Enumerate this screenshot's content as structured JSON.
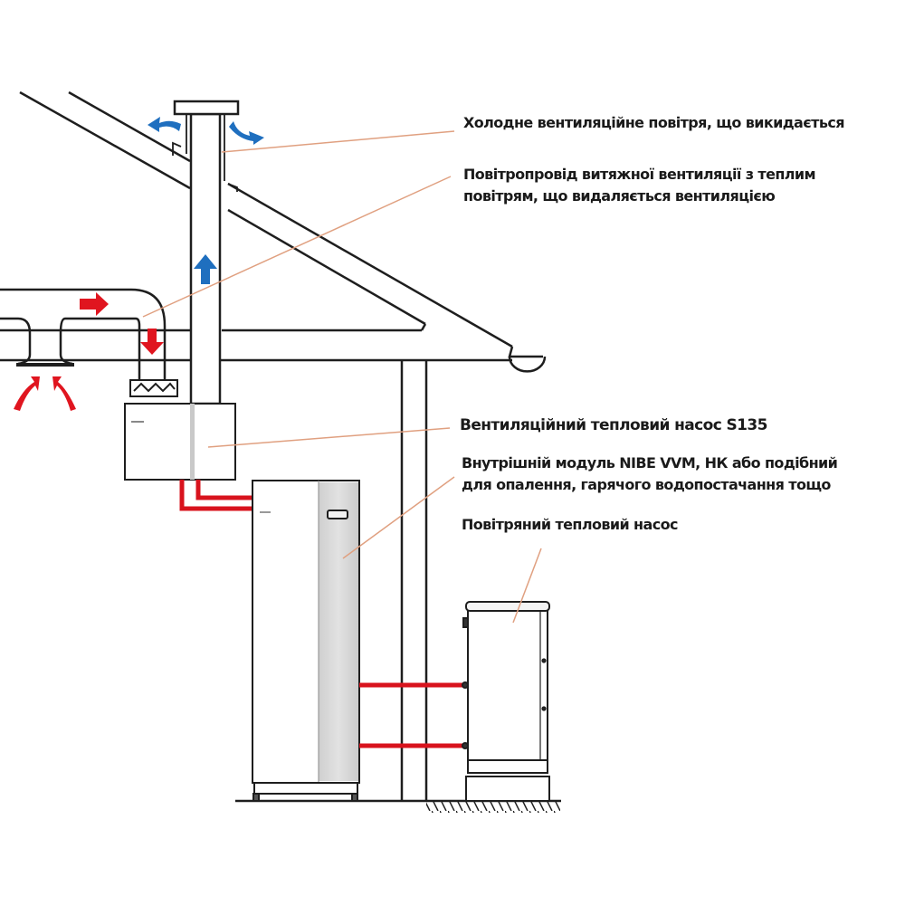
{
  "diagram": {
    "labels": {
      "exhaust_air": "Холодне вентиляційне повітря, що викидається",
      "exhaust_duct_line1": "Повітропровід витяжної вентиляції з теплим",
      "exhaust_duct_line2": "повітрям, що видаляється вентиляцією",
      "vent_heat_pump": "Вентиляційний тепловий насос S135",
      "indoor_module_line1": "Внутрішній модуль NIBE VVM, НК або подібний",
      "indoor_module_line2": "для опалення, гарячого водопостачання тощо",
      "air_heat_pump": "Повітряний тепловий насос"
    },
    "colors": {
      "outline": "#1e1e1e",
      "warm_air_arrow": "#e0151f",
      "cold_air_arrow": "#1f6fbf",
      "pipe": "#d8131d",
      "leader_line": "#e0a080",
      "panel_gray": "#d6d6d6"
    }
  }
}
